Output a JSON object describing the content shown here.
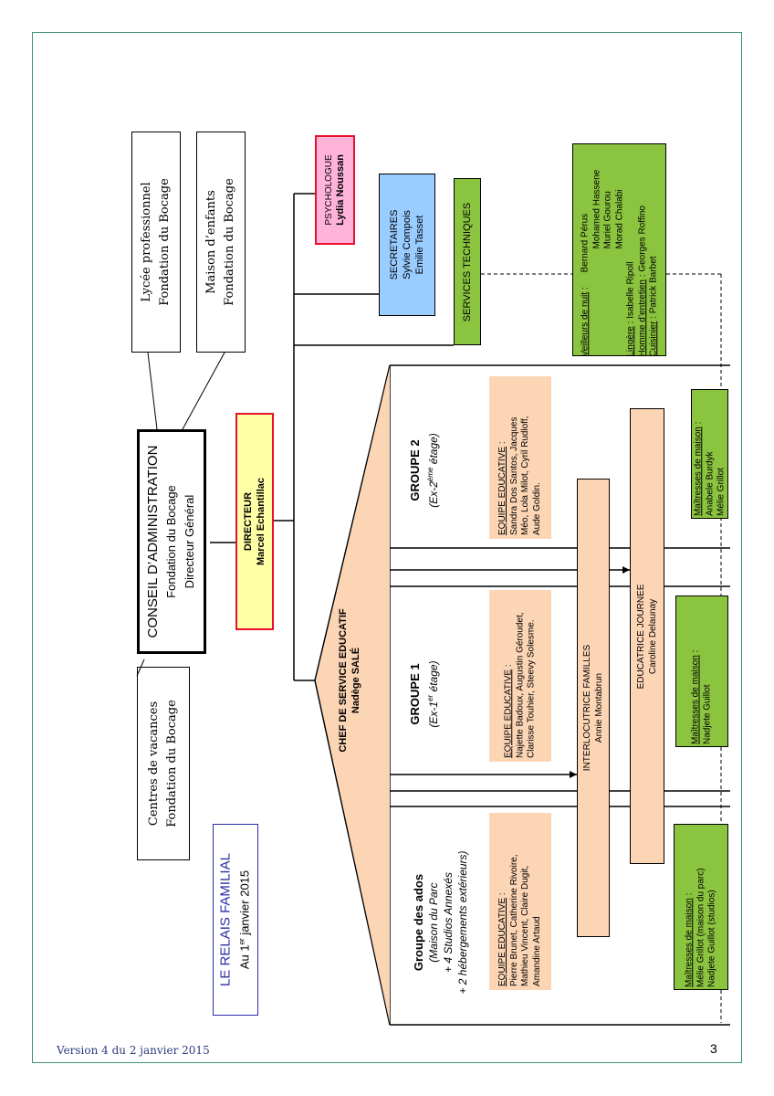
{
  "relais": {
    "title": "LE RELAIS FAMILIAL",
    "date_prefix": "Au 1",
    "date_sup": "er",
    "date_suffix": " janvier 2015",
    "border_color": "#2b2ba8"
  },
  "centres": {
    "line1": "Centres de vacances",
    "line2": "Fondation du Bocage"
  },
  "conseil": {
    "line1": "CONSEIL D’ADMINISTRATION",
    "line2": "Fondation du Bocage",
    "line3": "Directeur Général"
  },
  "lycee": {
    "line1": "Lycée professionnel",
    "line2": "Fondation du Bocage"
  },
  "maison": {
    "line1": "Maison d’enfants",
    "line2": "Fondation du Bocage"
  },
  "directeur": {
    "title": "DIRECTEUR",
    "name": "Marcel Echantillac",
    "fill": "#ffffa6",
    "border": "#e8102d"
  },
  "psychologue": {
    "title": "PSYCHOLOGUE",
    "name": "Lydia Noussan",
    "fill": "#ffb3d9",
    "border": "#e8102d"
  },
  "secretaires": {
    "title": "SECRETAIRES",
    "name1": "Sylvie Compois",
    "name2": "Emilie Tasset",
    "fill": "#99ccff"
  },
  "services": {
    "title": "SERVICES TECHNIQUES",
    "fill": "#8bc43f"
  },
  "technique_staff": {
    "fill": "#8bc43f",
    "veilleurs_label": "Veilleurs de nuit",
    "veilleurs_sep": " :",
    "veilleurs": [
      "Bernard Pérus",
      "Mohamed Hassene",
      "Muriel Gourou",
      "Morad Chalabi"
    ],
    "lingere_label": "Lingère",
    "lingere": " : Isabelle  Ripoll",
    "homme_label": "Homme d’entretien",
    "homme": " : Georges Roffino",
    "cuisinier_label": "Cuisinier",
    "cuisinier": " : Patrick Barbet"
  },
  "chef": {
    "title": "CHEF DE SERVICE EDUCATIF",
    "name": "Nadège SALÉ",
    "fill": "#fcd5b5"
  },
  "groupe_ados": {
    "title": "Groupe des ados",
    "sub1": "(Maison du Parc",
    "sub2": "+ 4 Studios Annexés",
    "sub3": "+ 2 hébergements extérieurs)"
  },
  "groupe1": {
    "title": "GROUPE 1",
    "sub_prefix": "(Ex-1",
    "sub_sup": "er",
    "sub_suffix": " étage)"
  },
  "groupe2": {
    "title": "GROUPE 2",
    "sub_prefix": "(Ex-2",
    "sub_sup": "ème",
    "sub_suffix": " étage)"
  },
  "equipe_ados": {
    "label": "EQUIPE EDUCATIVE",
    "sep": " :",
    "line1": "Pierre Brunet, Catherine Rivoire,",
    "line2": "Mathieu Vincent, Claire Dugit,",
    "line3": "Amandine Artaud"
  },
  "equipe1": {
    "label": "EQUIPE EDUCATIVE",
    "sep": " :",
    "line1": "Najette Badoux, Augustin Géroudet,",
    "line2": "Clarisse Touhier, Steevy Solesme."
  },
  "equipe2": {
    "label": "EQUIPE EDUCATIVE",
    "sep": " :",
    "line1": "Sandra Dos Santos, Jacques",
    "line2": "Méo, Lola Milot, Cyril Rudloff,",
    "line3": "Aude Goldin."
  },
  "interlocutrice": {
    "title": "INTERLOCUTRICE FAMILLES",
    "name": "Annie Montabrun"
  },
  "educatrice": {
    "title": "EDUCATRICE JOURNEE",
    "name": "Caroline Delaunay"
  },
  "maitresses_ados": {
    "label": "Maîtresses de maison",
    "sep": " :",
    "line1": "Mélie Grillot (maison du parc)",
    "line2": "Nadjete Guillot (studios)"
  },
  "maitresses1": {
    "label": "Maîtresses de maison",
    "sep": " :",
    "line1": "Nadjete Guillot"
  },
  "maitresses2": {
    "label": "Maîtresses de maison",
    "sep": " :",
    "line1": "Anabele Burdyk",
    "line2": "Mélie Grillot"
  },
  "footer": {
    "version": "Version 4 du 2 janvier 2015",
    "page": "3"
  }
}
